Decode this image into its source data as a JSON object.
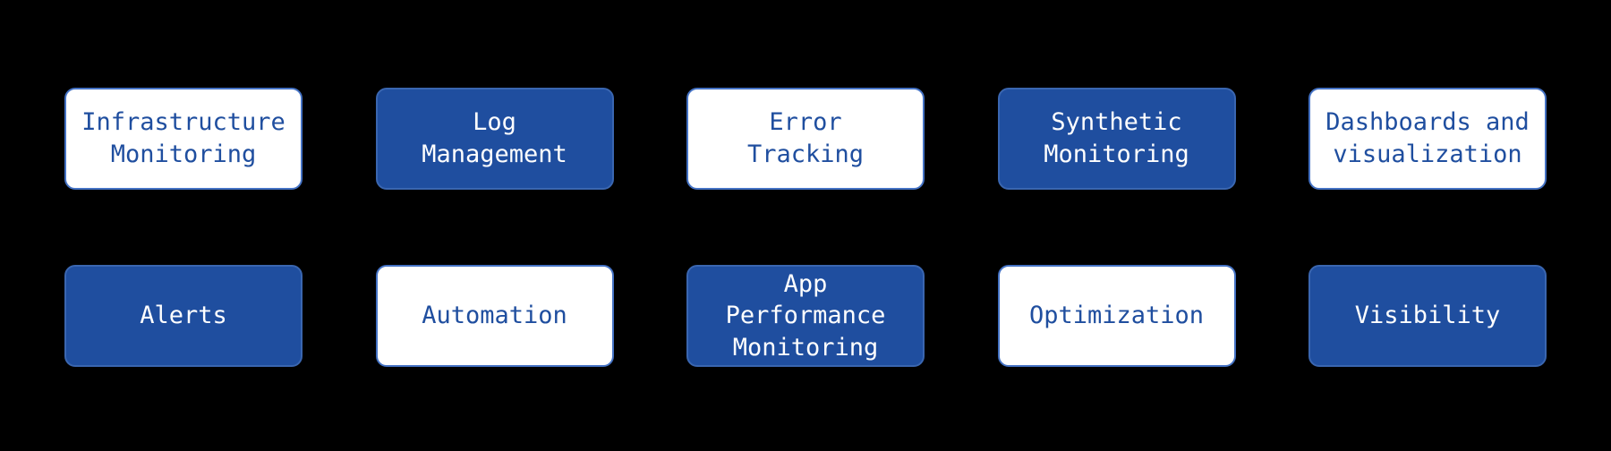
{
  "diagram": {
    "background": "#000000",
    "colors": {
      "blue_fill": "#1F4E9F",
      "white_fill": "#FFFFFF",
      "blue_text": "#1F4E9F",
      "white_text": "#FFFFFF",
      "border": "#4472C4"
    },
    "nodes": [
      {
        "label": "Infrastructure\nMonitoring",
        "variant": "white",
        "row": 1
      },
      {
        "label": "Log\nManagement",
        "variant": "blue",
        "row": 1
      },
      {
        "label": "Error\nTracking",
        "variant": "white",
        "row": 1
      },
      {
        "label": "Synthetic\nMonitoring",
        "variant": "blue",
        "row": 1
      },
      {
        "label": "Dashboards and\nvisualization",
        "variant": "white",
        "row": 1
      },
      {
        "label": "Alerts",
        "variant": "blue",
        "row": 2
      },
      {
        "label": "Automation",
        "variant": "white",
        "row": 2
      },
      {
        "label": "App\nPerformance\nMonitoring",
        "variant": "blue",
        "row": 2
      },
      {
        "label": "Optimization",
        "variant": "white",
        "row": 2
      },
      {
        "label": "Visibility",
        "variant": "blue",
        "row": 2
      }
    ]
  }
}
